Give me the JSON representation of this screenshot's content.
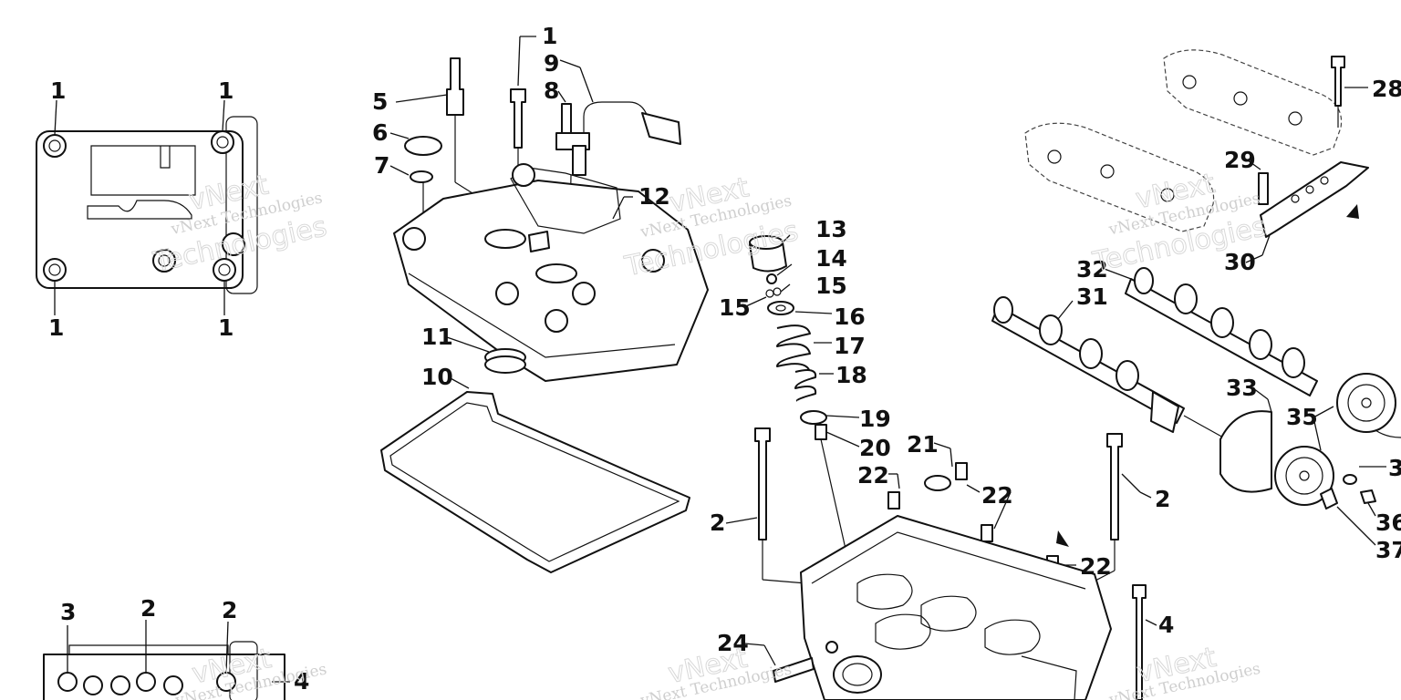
{
  "watermark": {
    "line1": "vNext",
    "line2": "Technologies",
    "full": "vNext Technologies"
  },
  "callouts": {
    "c1": "1",
    "c2": "2",
    "c3": "3",
    "c4": "4",
    "c5": "5",
    "c6": "6",
    "c7": "7",
    "c8": "8",
    "c9": "9",
    "c10": "10",
    "c11": "11",
    "c12": "12",
    "c13": "13",
    "c14": "14",
    "c15": "15",
    "c16": "16",
    "c17": "17",
    "c18": "18",
    "c19": "19",
    "c20": "20",
    "c21": "21",
    "c22": "22",
    "c24": "24",
    "c28": "28",
    "c29": "29",
    "c30": "30",
    "c31": "31",
    "c32": "32",
    "c33": "33",
    "c35": "35",
    "c36": "36",
    "c37": "37",
    "c3_edge": "3"
  }
}
